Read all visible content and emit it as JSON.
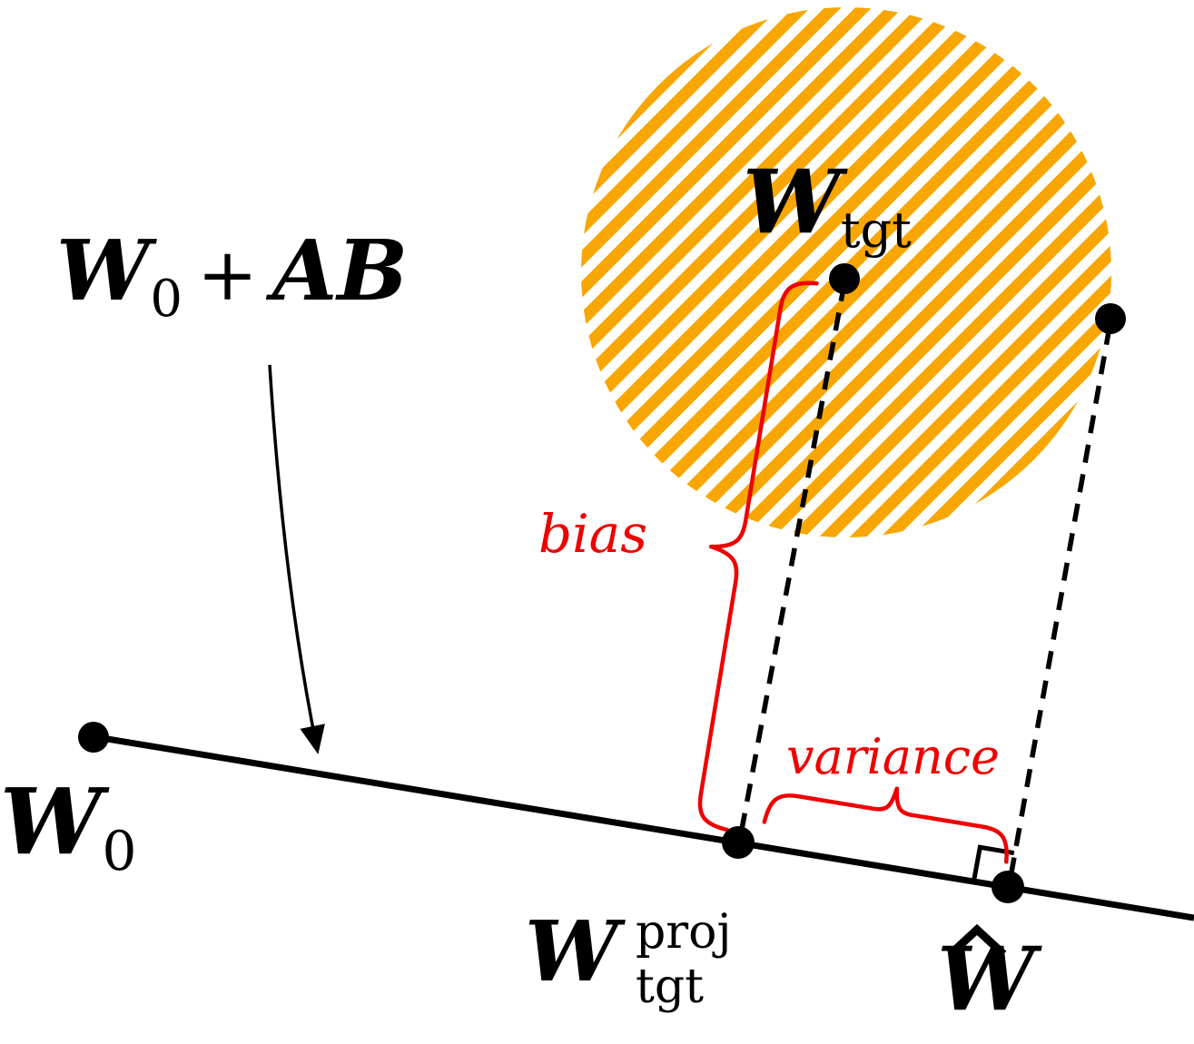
{
  "colors": {
    "ink": "#000000",
    "accent-red": "#ee0000",
    "hatch-orange": "#f8a602",
    "background": "#ffffff"
  },
  "labels": {
    "subspace": {
      "w": "W",
      "sub": "0",
      "plus": "+",
      "ab": "AB"
    },
    "w_tgt": {
      "w": "W",
      "sub": "tgt"
    },
    "w_0": {
      "w": "W",
      "sub": "0"
    },
    "w_proj": {
      "w": "W",
      "sup": "proj",
      "sub": "tgt"
    },
    "w_hat": {
      "w": "W"
    },
    "bias": "bias",
    "variance": "variance"
  }
}
